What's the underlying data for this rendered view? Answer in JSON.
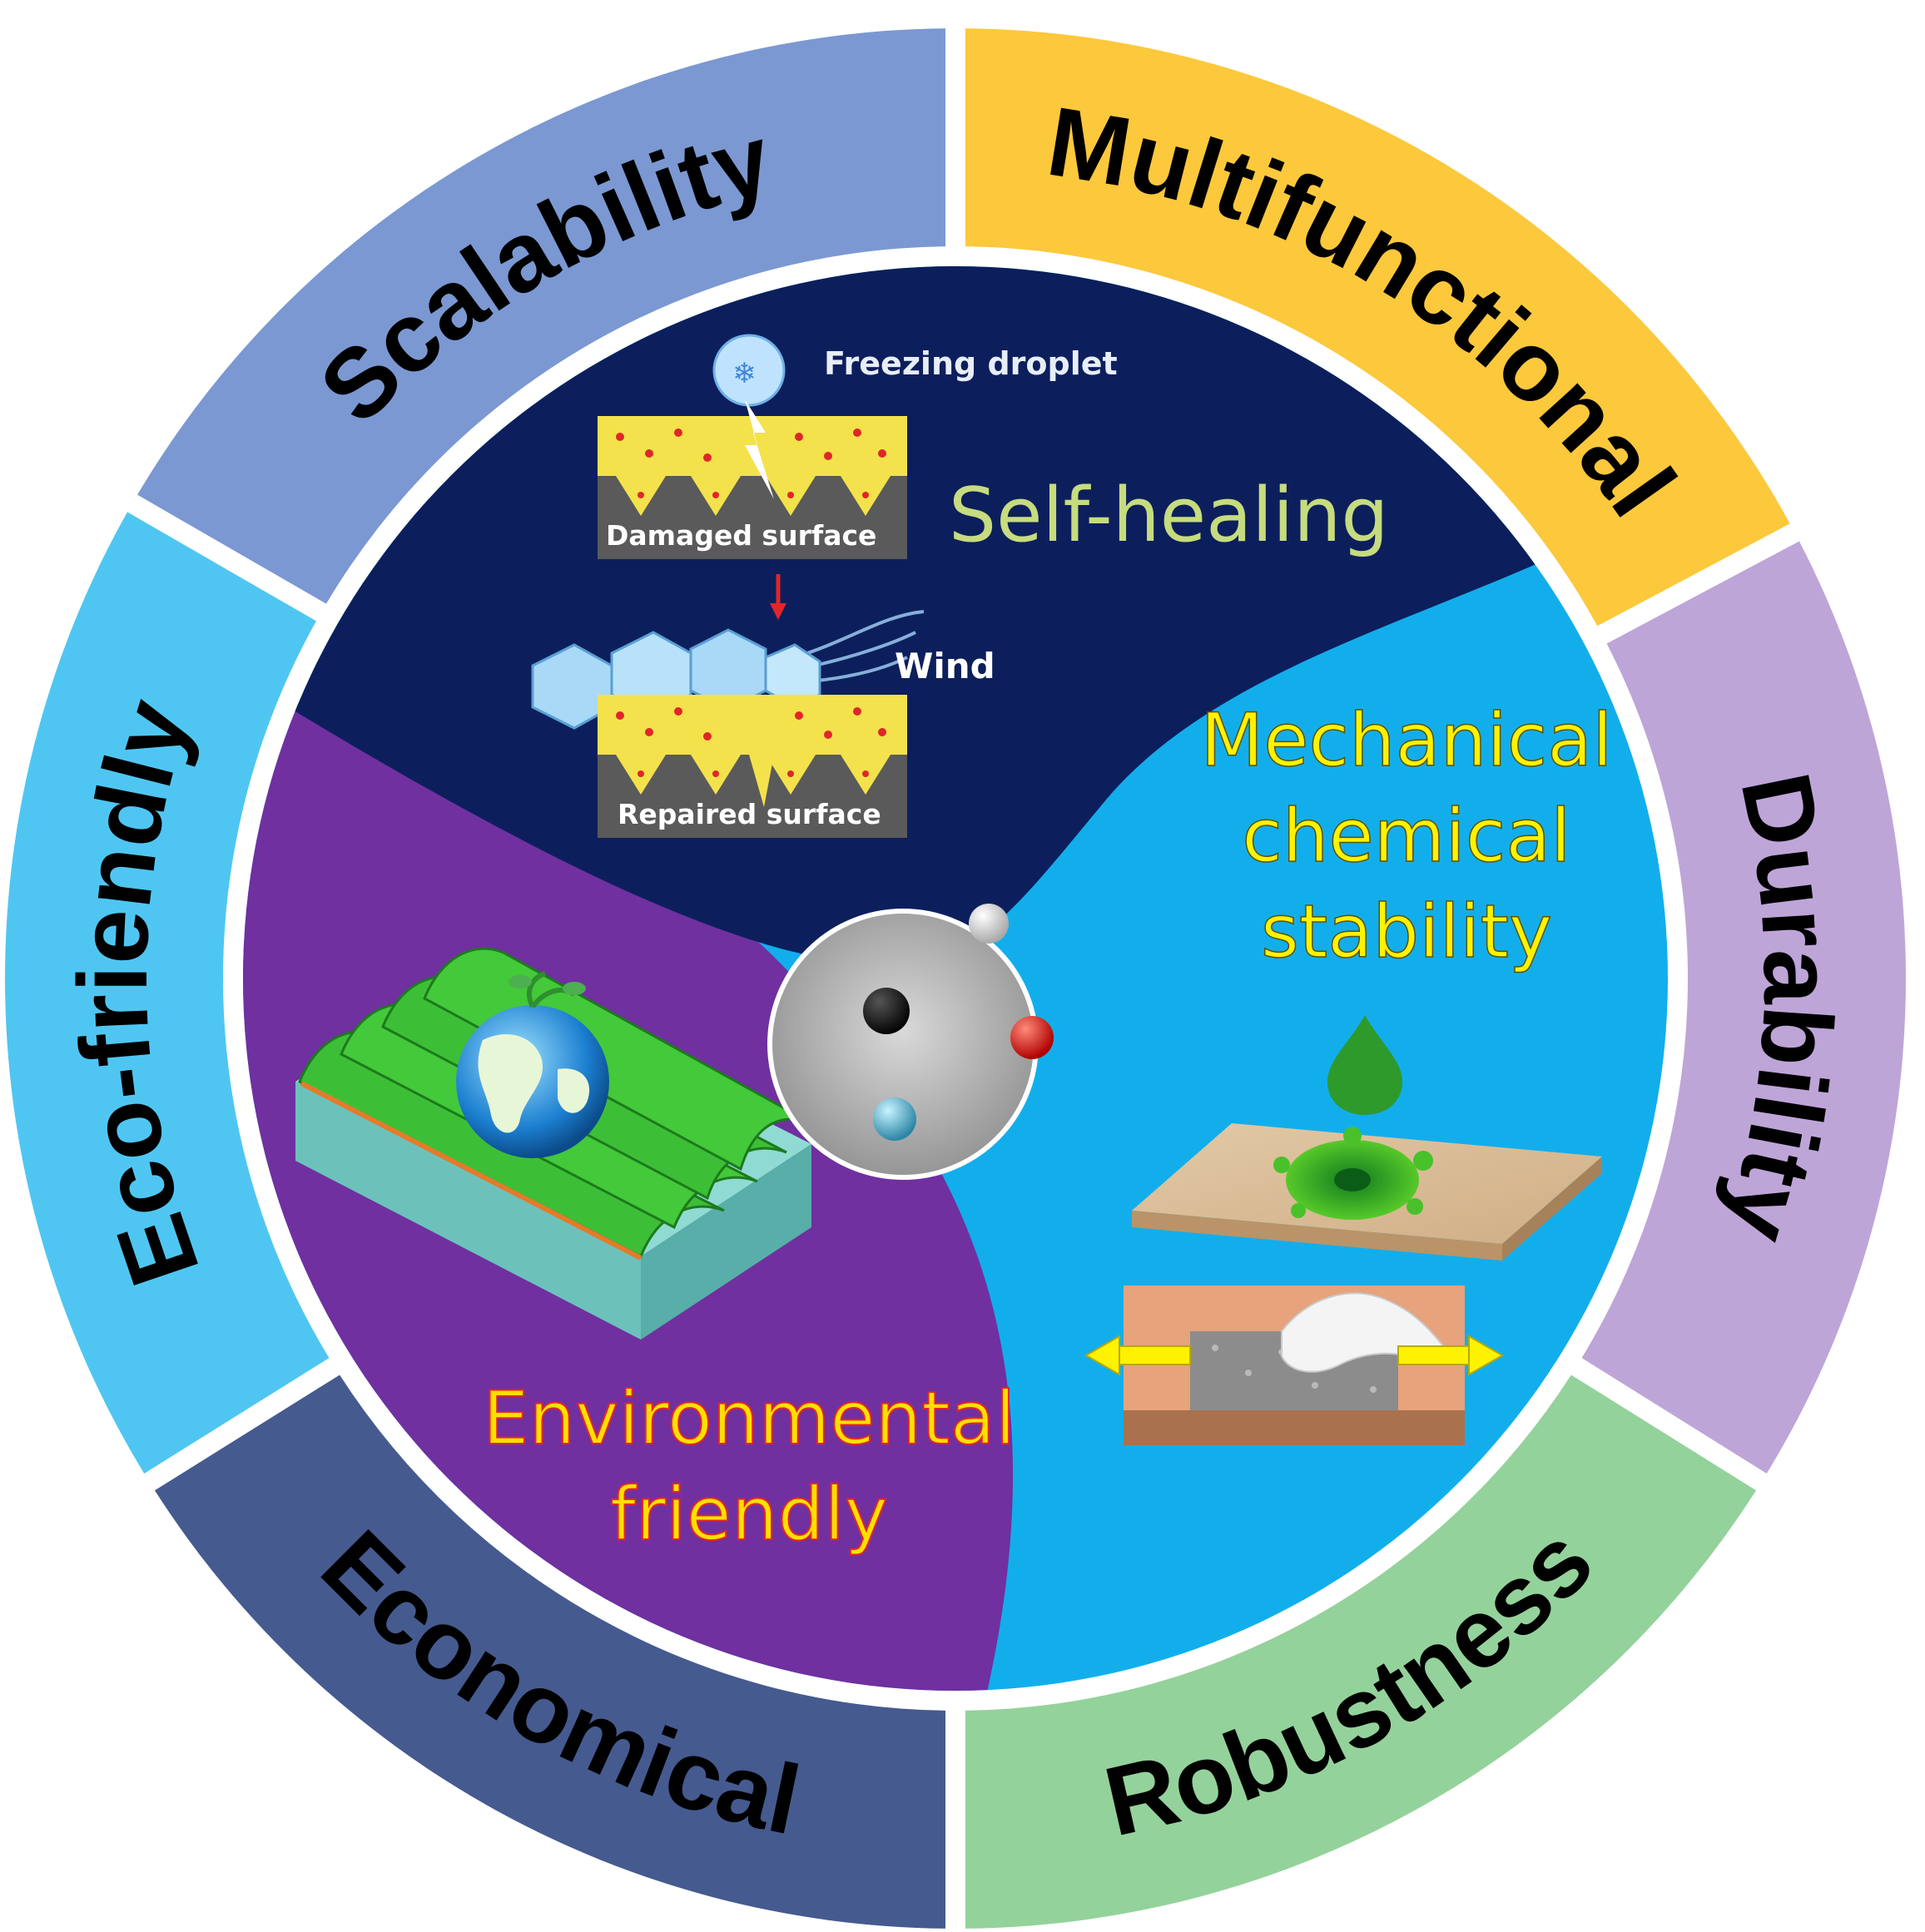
{
  "ring": {
    "segments": [
      {
        "id": "scalability",
        "label": "Scalability",
        "color": "#7b98d2"
      },
      {
        "id": "multifunctional",
        "label": "Multifunctional",
        "color": "#fcc83c"
      },
      {
        "id": "durability",
        "label": "Durability",
        "color": "#bea5d8"
      },
      {
        "id": "robustness",
        "label": "Robustness",
        "color": "#94d29b"
      },
      {
        "id": "economical",
        "label": "Economical",
        "color": "#455a8f"
      },
      {
        "id": "eco-friendly",
        "label": "Eco-friendly",
        "color": "#4fc6f2"
      }
    ]
  },
  "center": {
    "self_healing": {
      "title": "Self-healing",
      "title_color": "#c6dc7e",
      "bg_color": "#0c1f5c",
      "freezing_droplet": "Freezing droplet",
      "damaged_surface": "Damaged surface",
      "wind": "Wind",
      "repaired_surface": "Repaired surface"
    },
    "mechanical": {
      "title_lines": [
        "Mechanical",
        "chemical",
        "stability"
      ],
      "title_color": "#fff200",
      "bg_color": "#12aeec"
    },
    "environmental": {
      "title_lines": [
        "Environmental",
        "friendly"
      ],
      "title_color": "#ffe000",
      "title_outline": "#e0262a",
      "bg_color": "#7030a0"
    }
  }
}
